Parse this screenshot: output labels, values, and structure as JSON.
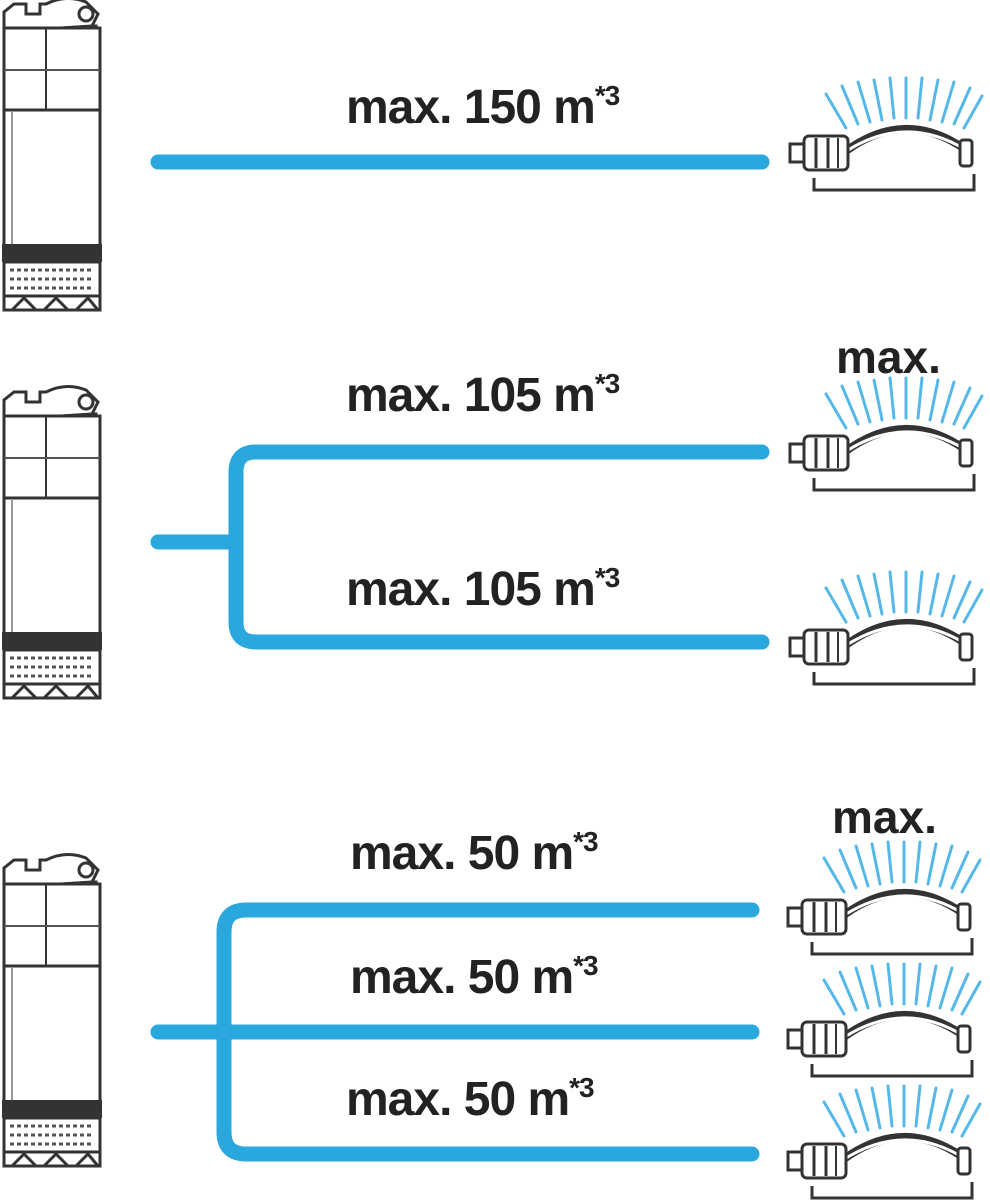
{
  "colors": {
    "pipe": "#2aa8de",
    "water_spray": "#55b8e8",
    "text": "#222222",
    "outline": "#333333"
  },
  "icons": {
    "source": "submersible-pump-icon",
    "outlet": "sprinkler-icon"
  },
  "scenarios": [
    {
      "outlets": [
        {
          "label": "max. 150 m",
          "sup": "*3"
        }
      ]
    },
    {
      "max_label": "max.",
      "outlets": [
        {
          "label": "max. 105 m",
          "sup": "*3"
        },
        {
          "label": "max. 105 m",
          "sup": "*3"
        }
      ]
    },
    {
      "max_label": "max.",
      "outlets": [
        {
          "label": "max. 50 m",
          "sup": "*3"
        },
        {
          "label": "max. 50 m",
          "sup": "*3"
        },
        {
          "label": "max. 50 m",
          "sup": "*3"
        }
      ]
    }
  ]
}
